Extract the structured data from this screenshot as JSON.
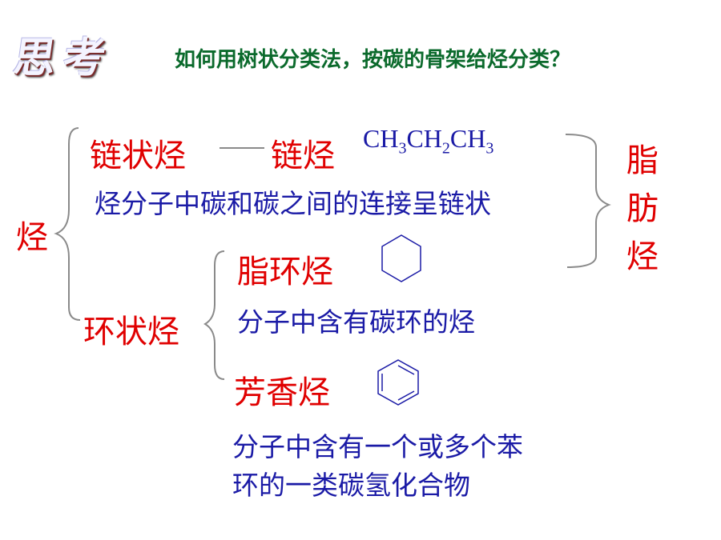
{
  "header": {
    "wordart": "思考",
    "question": "如何用树状分类法，按碳的骨架给烃分类？"
  },
  "tree": {
    "root": "烃",
    "chain": {
      "label": "链状烃",
      "synonym": "链烃",
      "definition": "烃分子中碳和碳之间的连接呈链状"
    },
    "cyclic": {
      "label": "环状烃",
      "alicyclic": {
        "label": "脂环烃",
        "definition": "分子中含有碳环的烃"
      },
      "aromatic": {
        "label": "芳香烃",
        "definition_line1": "分子中含有一个或多个苯",
        "definition_line2": "环的一类碳氢化合物"
      }
    },
    "aliphatic": {
      "char1": "脂",
      "char2": "肪",
      "char3": "烃"
    }
  },
  "formula": {
    "p1": "CH",
    "s1": "3",
    "p2": "CH",
    "s2": "2",
    "p3": "CH",
    "s3": "3"
  },
  "icons": [
    "cyclohexane-ring-icon",
    "benzene-ring-icon"
  ],
  "colors": {
    "category": "#e00000",
    "definition": "#1a1aa6",
    "question": "#0b6a2c",
    "bracket": "#8a8a8a"
  }
}
